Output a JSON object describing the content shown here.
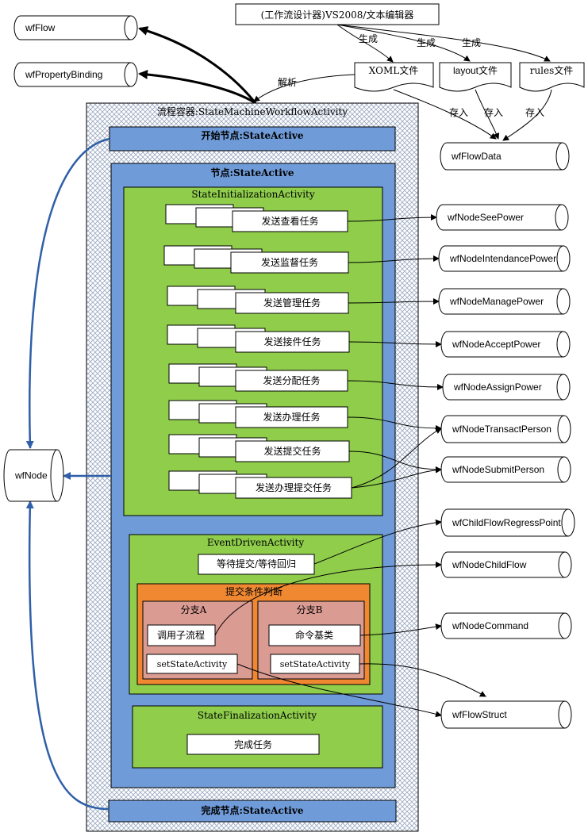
{
  "colors": {
    "container_blue": "#6f9bd8",
    "init_green": "#8fcd4b",
    "orange": "#f08832",
    "branch_pink": "#da9b93",
    "arrow_blue": "#2f5fa8",
    "line": "#000000"
  },
  "top": {
    "designer": "(工作流设计器)VS2008/文本编辑器",
    "generate_a": "生成",
    "generate_b": "生成",
    "generate_c": "生成",
    "parse": "解析",
    "store_a": "存入",
    "store_b": "存入",
    "store_c": "存入"
  },
  "documents": {
    "xoml": "XOML文件",
    "layout": "layout文件",
    "rules": "rules文件"
  },
  "tables": {
    "wfflow": "wfFlow",
    "wfpropertybinding": "wfPropertyBinding",
    "wfflowdata": "wfFlowData",
    "wfnode": "wfNode",
    "seepower": "wfNodeSeePower",
    "intendancepower": "wfNodeIntendancePower",
    "managepower": "wfNodeManagePower",
    "acceptpower": "wfNodeAcceptPower",
    "assignpower": "wfNodeAssignPower",
    "transactperson": "wfNodeTransactPerson",
    "submitperson": "wfNodeSubmitPerson",
    "regresspoint": "wfChildFlowRegressPoint",
    "childflow": "wfNodeChildFlow",
    "command": "wfNodeCommand",
    "flowstruct": "wfFlowStruct"
  },
  "container": {
    "title": "流程容器:StateMachineWorkflowActivity",
    "start_node": "开始节点:StateActive",
    "node": "节点:StateActive",
    "end_node": "完成节点:StateActive"
  },
  "init": {
    "title": "StateInitializationActivity",
    "tasks": [
      "发送查看任务",
      "发送监督任务",
      "发送管理任务",
      "发送接件任务",
      "发送分配任务",
      "发送办理任务",
      "发送提交任务",
      "发送办理提交任务"
    ]
  },
  "event": {
    "title": "EventDrivenActivity",
    "wait": "等待提交/等待回归",
    "condition": "提交条件判断",
    "branch_a": "分支A",
    "branch_b": "分支B",
    "call_subflow": "调用子流程",
    "command_base": "命令基类",
    "set_state_a": "setStateActivity",
    "set_state_b": "setStateActivity"
  },
  "final": {
    "title": "StateFinalizationActivity",
    "complete": "完成任务"
  }
}
